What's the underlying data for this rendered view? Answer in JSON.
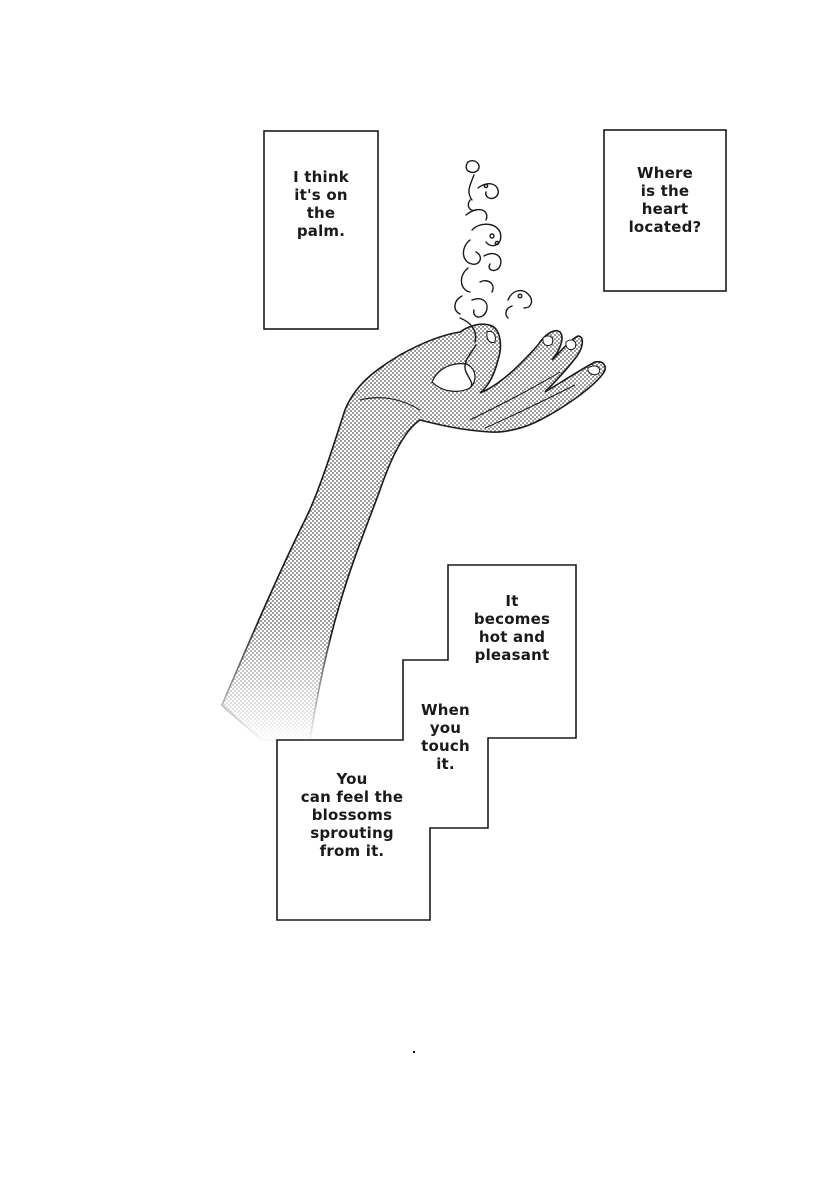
{
  "captions": {
    "palm": "I think\nit's on\nthe\npalm.",
    "heart": "Where\nis the\nheart\nlocated?",
    "hot": "It\nbecomes\nhot and\npleasant",
    "touch": "When\nyou\ntouch\nit.",
    "blossoms": "You\ncan feel the\nblossoms\nsprouting\nfrom it."
  },
  "colors": {
    "ink": "#1a1a1a",
    "tone": "#7a7a7a",
    "paper": "#ffffff"
  },
  "icons": {
    "hand": "reaching-hand-illustration",
    "blossoms": "floral-swirl-illustration"
  }
}
